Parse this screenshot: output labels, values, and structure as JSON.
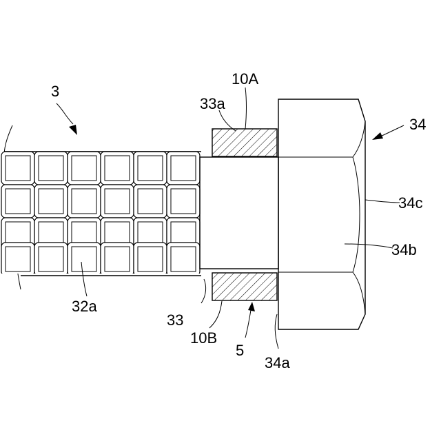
{
  "figure": {
    "labels": {
      "assembly": "3",
      "knurl": "32a",
      "shaft": "33",
      "shaft_edge": "33a",
      "washer_top": "10A",
      "washer_bottom": "10B",
      "gap": "5",
      "nut": "34",
      "nut_face": "34a",
      "nut_flat": "34b",
      "nut_corner": "34c"
    }
  }
}
